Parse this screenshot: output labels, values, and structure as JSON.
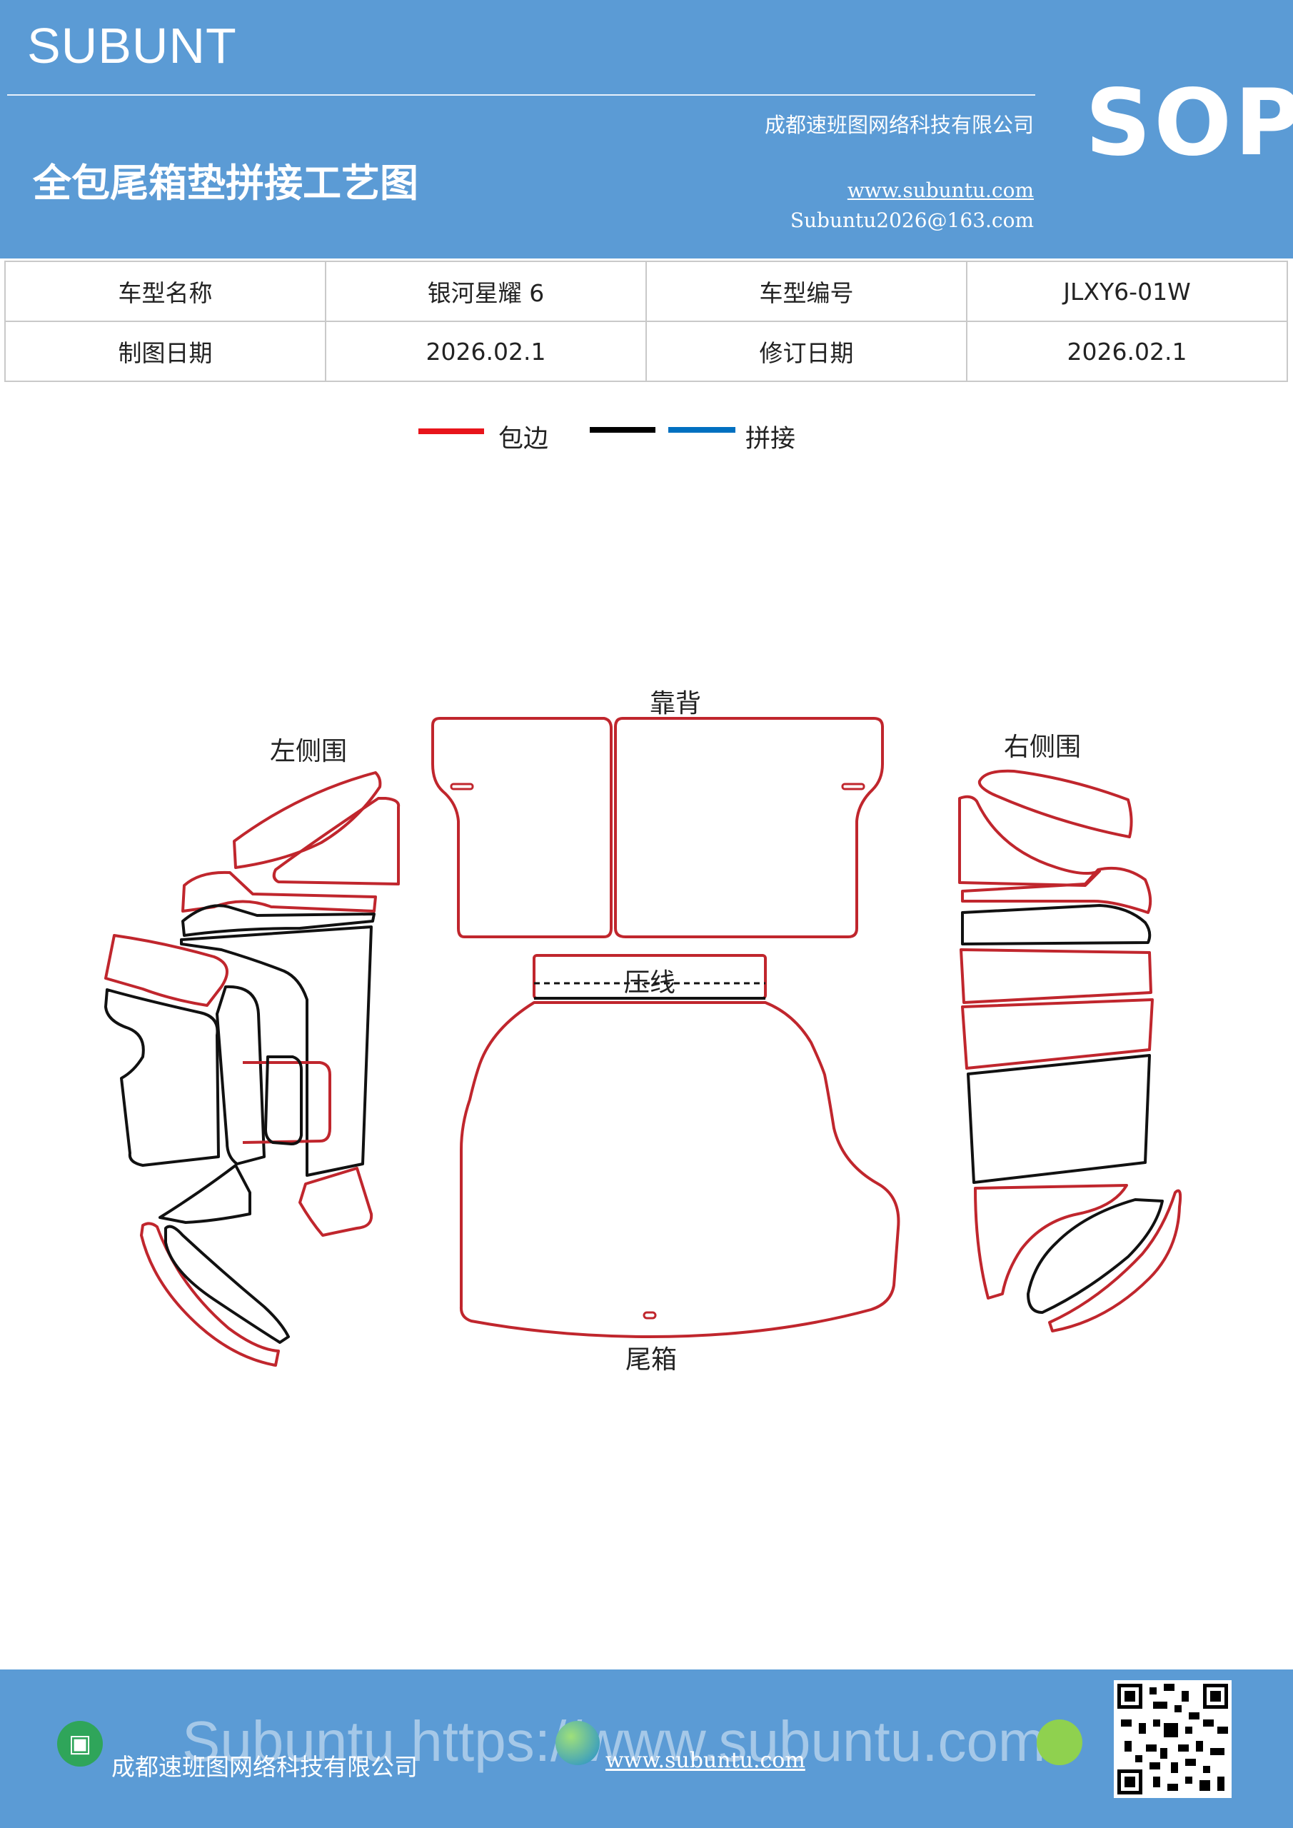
{
  "header": {
    "brand": "SUBUNT",
    "title": "全包尾箱垫拼接工艺图",
    "company": "成都速班图网络科技有限公司",
    "website": "www.subuntu.com",
    "email": "Subuntu2026@163.com",
    "badge": "SOP"
  },
  "info": {
    "model_name_label": "车型名称",
    "model_name": "银河星耀 6",
    "model_code_label": "车型编号",
    "model_code": "JLXY6-01W",
    "draw_date_label": "制图日期",
    "draw_date": "2026.02.1",
    "revise_date_label": "修订日期",
    "revise_date": "2026.02.1"
  },
  "legend": {
    "edge_label": "包边",
    "splice_label": "拼接",
    "edge_color": "#e8141b",
    "black_color": "#000000",
    "splice_color": "#0070c0"
  },
  "diagram": {
    "backrest": "靠背",
    "left_side": "左侧围",
    "right_side": "右侧围",
    "crease": "压线",
    "trunk": "尾箱",
    "edge_color": "#c0262d",
    "line_color": "#111111"
  },
  "footer": {
    "company": "成都速班图网络科技有限公司",
    "website": "www.subuntu.com",
    "watermark": "Subuntu https://www.subuntu.com"
  }
}
